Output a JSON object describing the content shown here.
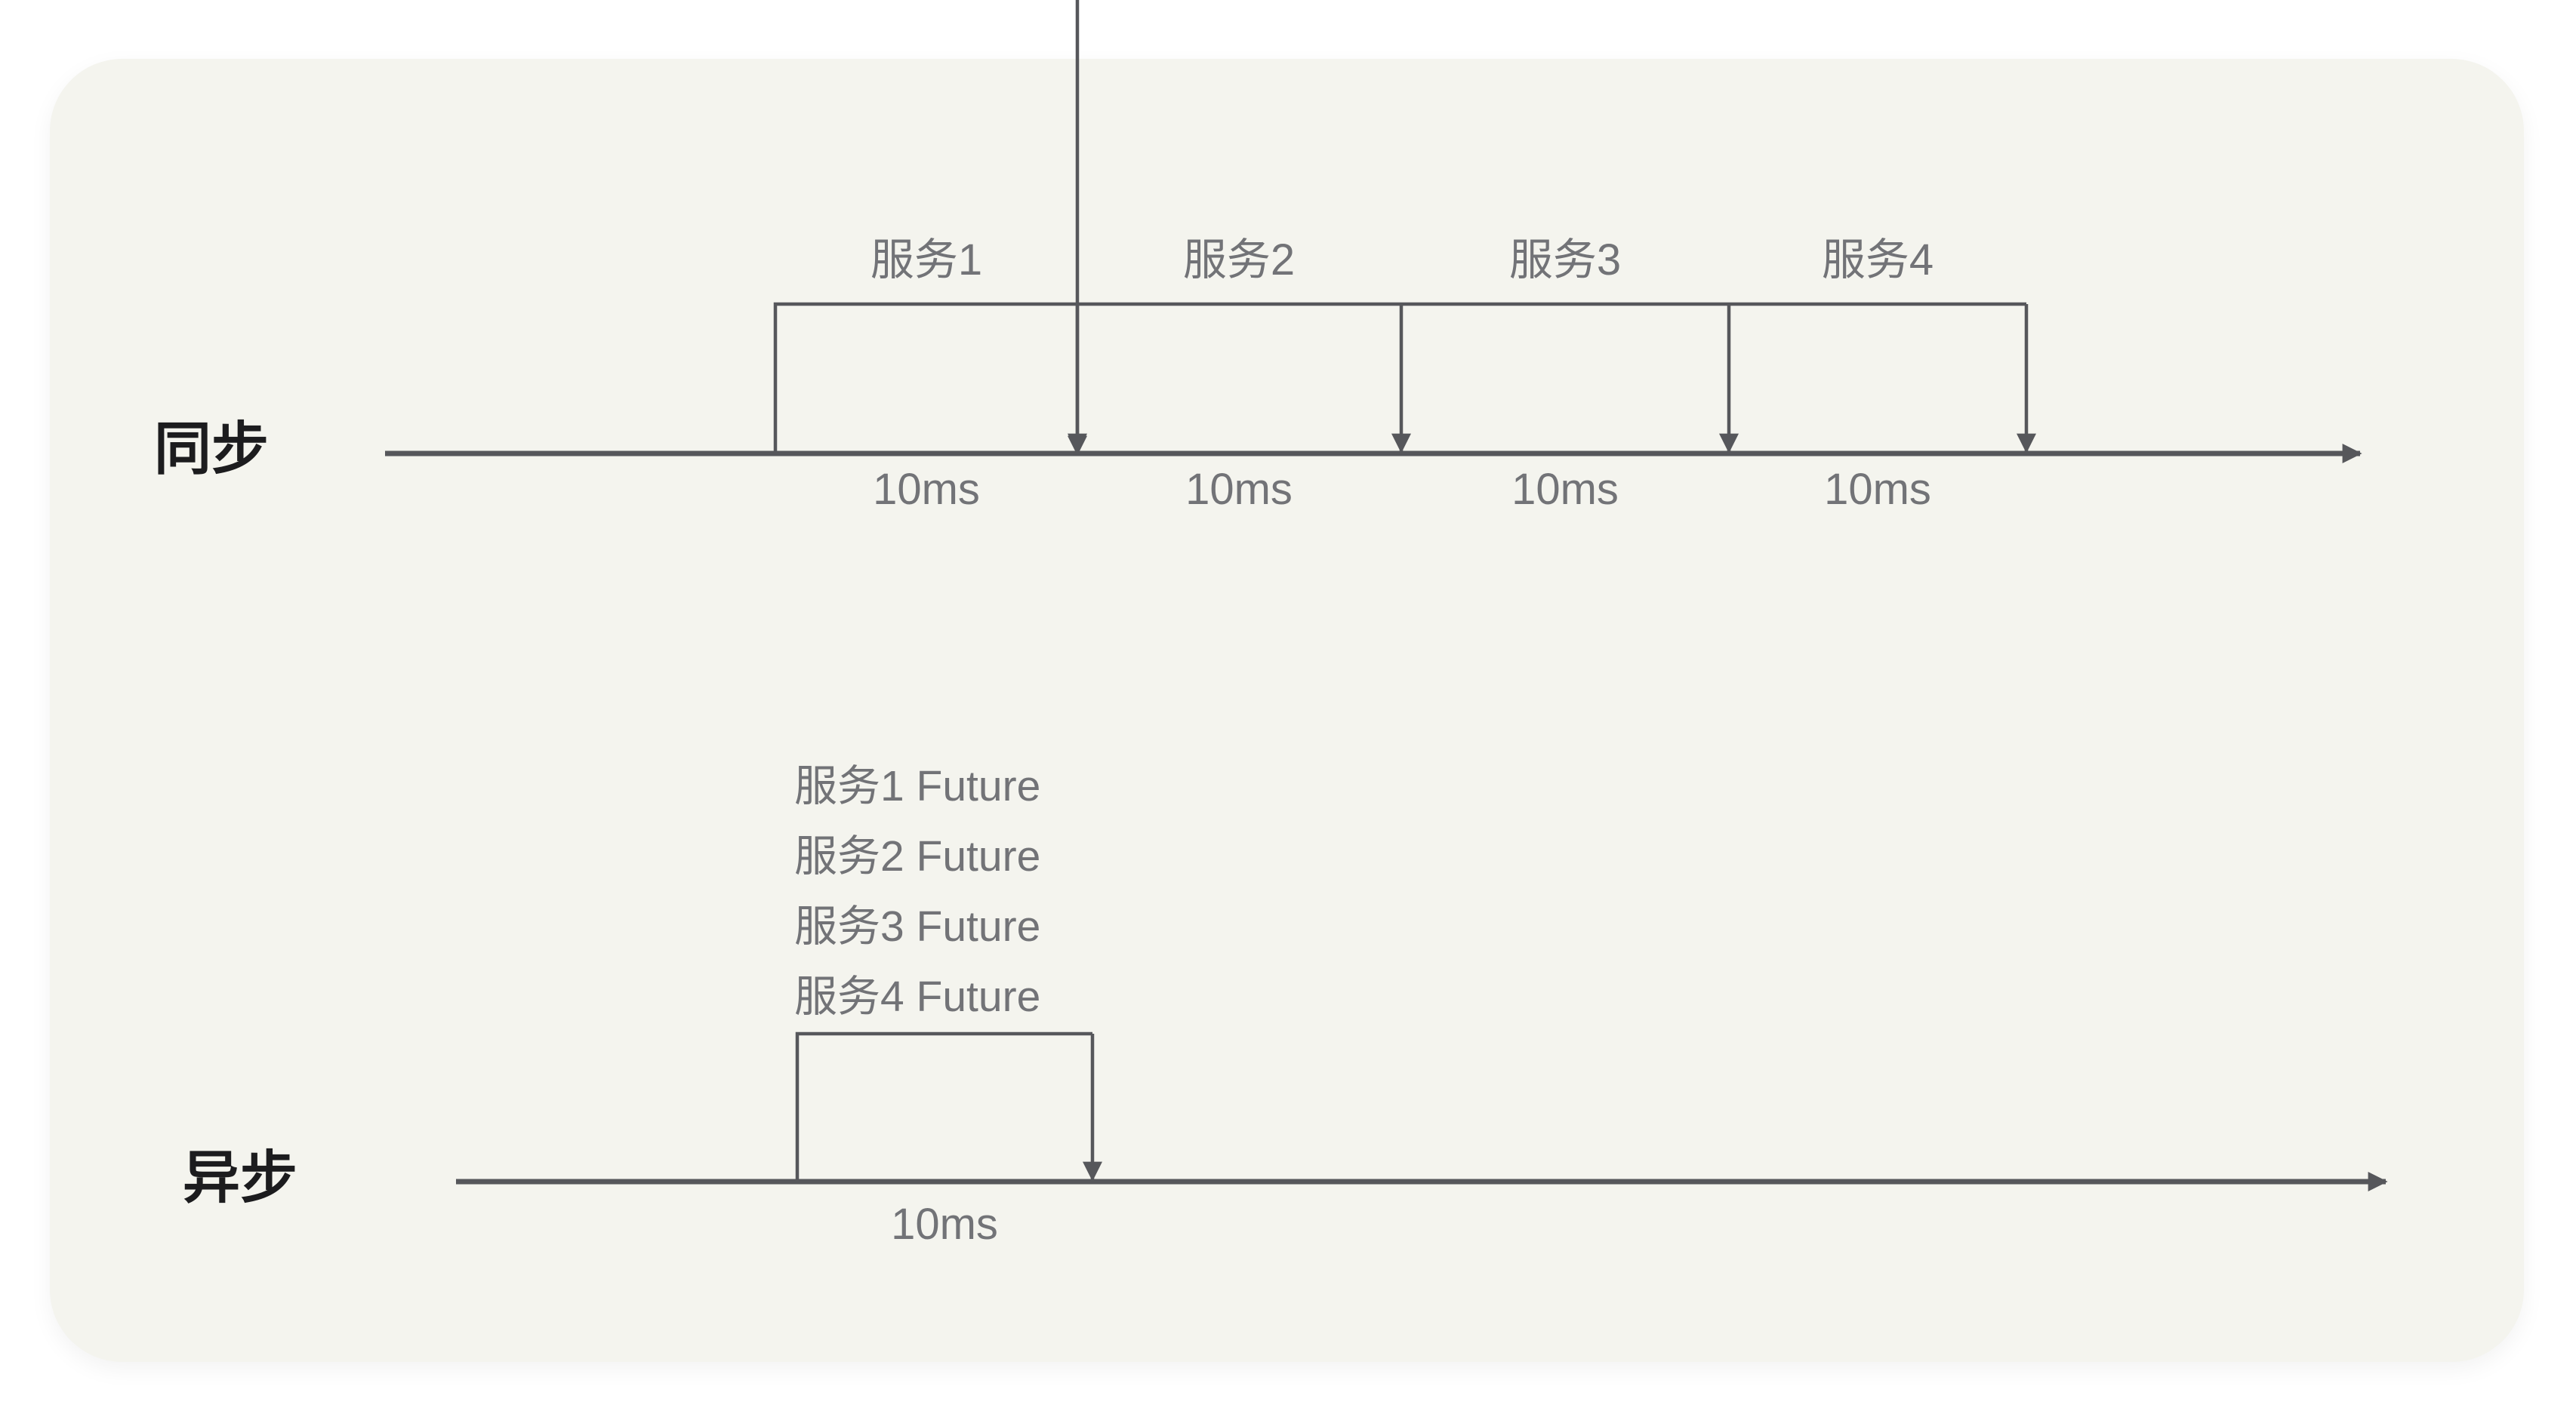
{
  "sections": {
    "sync": {
      "label": "同步",
      "services": [
        {
          "name": "服务1",
          "duration": "10ms"
        },
        {
          "name": "服务2",
          "duration": "10ms"
        },
        {
          "name": "服务3",
          "duration": "10ms"
        },
        {
          "name": "服务4",
          "duration": "10ms"
        }
      ]
    },
    "async": {
      "label": "异步",
      "futures": [
        "服务1 Future",
        "服务2 Future",
        "服务3 Future",
        "服务4 Future"
      ],
      "duration": "10ms"
    }
  },
  "colors": {
    "card_bg": "#f4f4ee",
    "line": "#56575b",
    "text_gray": "#727377",
    "text_dark": "#1c1c1e",
    "page_bg": "#ffffff"
  }
}
